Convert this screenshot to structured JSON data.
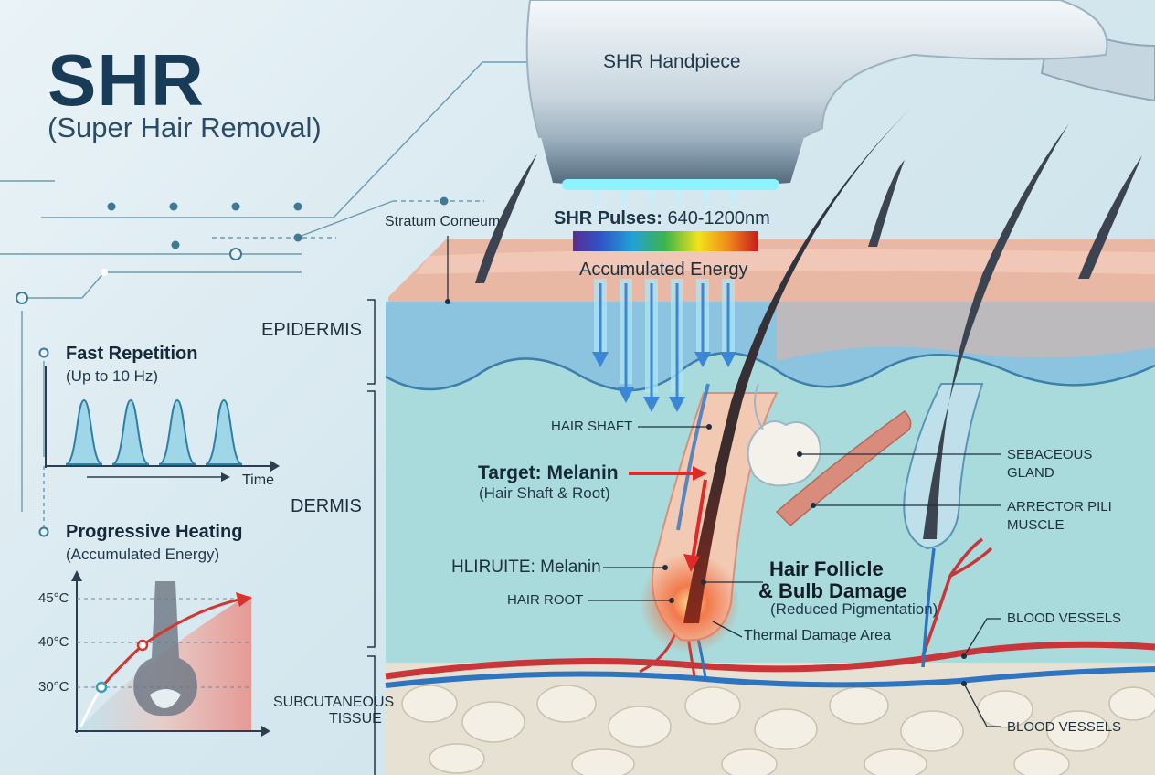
{
  "title": "SHR",
  "subtitle": "(Super Hair Removal)",
  "device": {
    "label": "SHR Handpiece"
  },
  "pulses": {
    "label": "SHR Pulses:",
    "range": "640-1200nm",
    "energy": "Accumulated Energy"
  },
  "layers": {
    "stratum": "Stratum Corneum",
    "epidermis": "EPIDERMIS",
    "dermis": "DERMIS",
    "subcutaneous_1": "SUBCUTANEOUS",
    "subcutaneous_2": "TISSUE"
  },
  "labels": {
    "hair_shaft": "HAIR SHAFT",
    "target_title": "Target: Melanin",
    "target_sub": "(Hair Shaft & Root)",
    "melanin": "HLIRUITE: Melanin",
    "hair_root": "HAIR ROOT",
    "follicle_1": "Hair Follicle",
    "follicle_2": "& Bulb Damage",
    "follicle_sub": "(Reduced Pigmentation)",
    "thermal": "Thermal Damage Area",
    "sebaceous_1": "SEBACEOUS",
    "sebaceous_2": "GLAND",
    "arrector_1": "ARRECTOR PILI",
    "arrector_2": "MUSCLE",
    "blood_1": "BLOOD VESSELS",
    "blood_2": "BLOOD VESSELS"
  },
  "repetition": {
    "title": "Fast Repetition",
    "sub": "(Up to 10 Hz)",
    "axis": "Time"
  },
  "heating": {
    "title": "Progressive Heating",
    "sub": "(Accumulated Energy)",
    "ticks": [
      "45°C",
      "40°C",
      "30°C"
    ]
  },
  "colors": {
    "skin_top": "#e9b8a4",
    "epidermis": "#8cc3de",
    "dermis": "#a9dbdc",
    "fat": "#e6e1d3",
    "artery": "#c9363a",
    "vein": "#2f74c0",
    "accent": "#2d6f8e"
  }
}
